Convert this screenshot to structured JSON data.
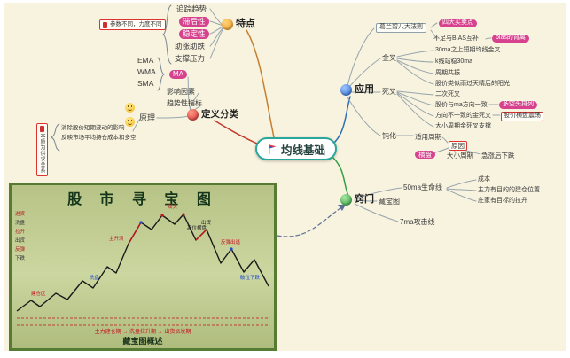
{
  "center": {
    "label": "均线基础"
  },
  "tedian": {
    "label": "特点",
    "note": "参数不同，力度不同",
    "items": [
      "追踪趋势",
      "滞后性",
      "稳定性",
      "助涨助跌",
      "支撑压力"
    ]
  },
  "dingyi": {
    "label": "定义分类",
    "ma_label": "MA",
    "ma_types": [
      "EMA",
      "WMA",
      "SMA"
    ],
    "factor": "影响因素",
    "trend": "趋势性指标",
    "yuanli_label": "原理",
    "yuanli_lines": [
      "消除股价短期波动的影响",
      "反映市场平均持仓成本和多空"
    ],
    "note": "本质为供求关系"
  },
  "yingyong": {
    "label": "应用",
    "gelanbi": {
      "label": "葛兰碧八大法则",
      "simai": "四大买卖点",
      "buzu": "不足与BIAS互补",
      "bias": "bias的背离"
    },
    "jincha": {
      "label": "金叉",
      "items": [
        "30ma之上短期均线金叉",
        "k线站稳30ma",
        "周期共振",
        "股价类似雨过天晴后的阳光"
      ]
    },
    "sicha": {
      "label": "死叉",
      "erci": "二次死叉",
      "same_dir": "股价与ma方向一致",
      "duokong": "多空头排列",
      "diff_dir": "方向不一致的金死叉",
      "hengpan": "股价横盘震荡",
      "daxiao": "大小周期金死叉支撑"
    },
    "dunhua": {
      "label": "钝化",
      "shiyong": "适用周期",
      "yuanyin": "原因",
      "causes": [
        "横盘",
        "大小周期",
        "急涨后下跌"
      ]
    }
  },
  "qiaomen": {
    "label": "窍门",
    "map_ref": "藏宝图",
    "ma50": {
      "label": "50ma生命线",
      "items": [
        "成本",
        "主力有目的的建仓位置",
        "庄家有目标的拉升"
      ]
    },
    "ma7": "7ma攻击线"
  },
  "treasure_map": {
    "title": "股 市 寻 宝 图",
    "caption": "藏宝图概述",
    "bottom_note": "主力建仓期 → 洗盘拉升期 → 出货派发期",
    "legend": [
      "进货",
      "洗盘",
      "拉升",
      "出货",
      "反弹",
      "下跌"
    ],
    "annotations": [
      "双头",
      "高位横盘",
      "主升浪",
      "洗盘",
      "建仓区",
      "出货",
      "反弹出逃",
      "破位下跌"
    ]
  },
  "colors": {
    "background": "#f8f3df",
    "center_border": "#2aa79c",
    "branch_tedian": "#c77f2e",
    "branch_dingyi": "#c0392b",
    "branch_yingyong": "#2e6fb8",
    "branch_qiaomen": "#2f9e44",
    "highlight": "#d6428e",
    "red_box": "#e03131"
  }
}
